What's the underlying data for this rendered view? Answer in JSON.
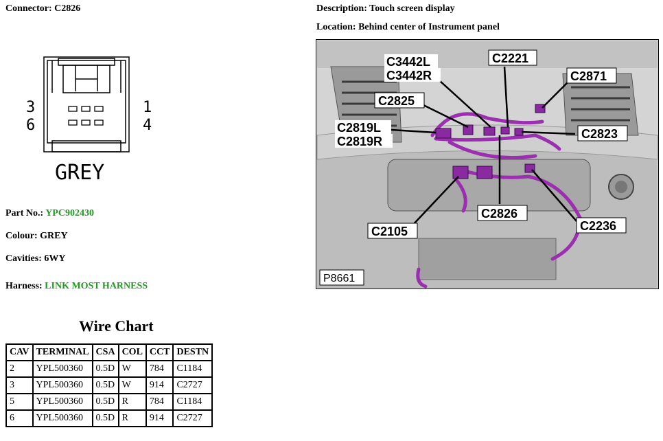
{
  "header": {
    "connector_label": "Connector:",
    "connector_value": "C2826",
    "description_label": "Description:",
    "description_value": "Touch screen display",
    "location_label": "Location:",
    "location_value": "Behind center of Instrument panel"
  },
  "connector": {
    "pin_3": "3",
    "pin_6": "6",
    "pin_1": "1",
    "pin_4": "4",
    "colour_caption": "GREY"
  },
  "specs": {
    "part_label": "Part No.:",
    "part_value": "YPC902430",
    "colour_label": "Colour:",
    "colour_value": "GREY",
    "cavities_label": "Cavities:",
    "cavities_value": "6WY",
    "harness_label": "Harness:",
    "harness_value": "LINK MOST HARNESS"
  },
  "photo": {
    "callouts": [
      "C3442L",
      "C3442R",
      "C2221",
      "C2871",
      "C2825",
      "C2819L",
      "C2819R",
      "C2823",
      "C2826",
      "C2105",
      "C2236"
    ],
    "figure_id": "P8661"
  },
  "wire_chart": {
    "title": "Wire Chart",
    "headers": [
      "CAV",
      "TERMINAL",
      "CSA",
      "COL",
      "CCT",
      "DESTN"
    ],
    "rows": [
      [
        "2",
        "YPL500360",
        "0.5D",
        "W",
        "784",
        "C1184"
      ],
      [
        "3",
        "YPL500360",
        "0.5D",
        "W",
        "914",
        "C2727"
      ],
      [
        "5",
        "YPL500360",
        "0.5D",
        "R",
        "784",
        "C1184"
      ],
      [
        "6",
        "YPL500360",
        "0.5D",
        "R",
        "914",
        "C2727"
      ]
    ]
  },
  "colors": {
    "link_green": "#1f9a1f",
    "wire_purple": "#9b2fb0"
  }
}
